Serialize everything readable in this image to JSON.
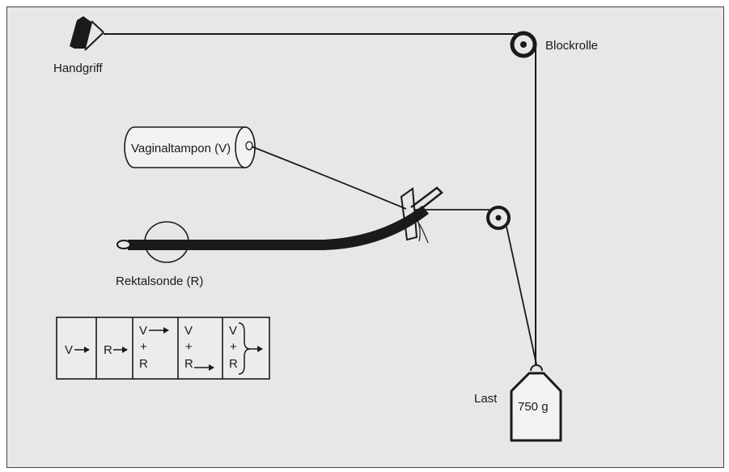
{
  "labels": {
    "handgriff": "Handgriff",
    "blockrolle": "Blockrolle",
    "vaginaltampon": "Vaginaltampon (V)",
    "rektalsonde": "Rektalsonde (R)",
    "last": "Last",
    "weight": "750 g"
  },
  "legend_table": {
    "cells": [
      {
        "lines": [
          "V"
        ],
        "arrow_line": 0
      },
      {
        "lines": [
          "R"
        ],
        "arrow_line": 0
      },
      {
        "lines": [
          "V",
          "+",
          "R"
        ],
        "arrow_line": 0
      },
      {
        "lines": [
          "V",
          "+",
          "R"
        ],
        "arrow_line": 2
      },
      {
        "lines": [
          "V",
          "+",
          "R"
        ],
        "brace": true
      }
    ]
  },
  "colors": {
    "background": "#e7e7e7",
    "ink": "#1a1a1a",
    "frame": "#444444"
  }
}
